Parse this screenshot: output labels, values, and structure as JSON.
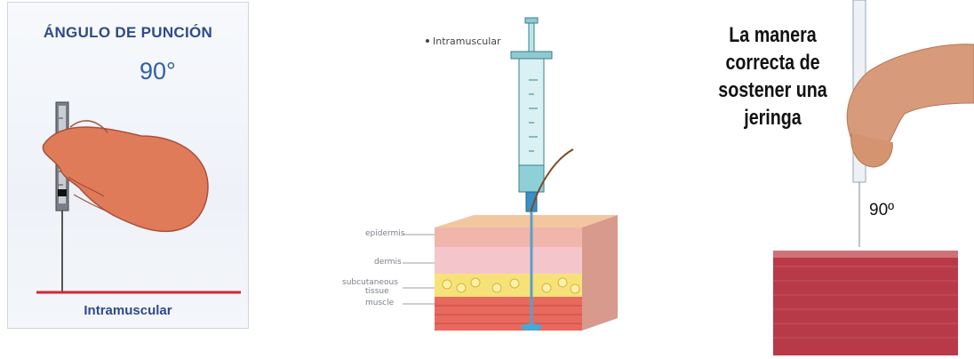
{
  "panel1": {
    "title": "ÁNGULO DE PUNCIÓN",
    "angle": "90°",
    "caption": "Intramuscular"
  },
  "panel2": {
    "label_intramuscular": "Intramuscular",
    "layers": {
      "epidermis": "epidermis",
      "dermis": "dermis",
      "subcutaneous_line1": "subcutaneous",
      "subcutaneous_line2": "tissue",
      "muscle": "muscle"
    }
  },
  "panel3": {
    "line1": "La manera",
    "line2": "correcta de",
    "line3": "sostener una",
    "line4": "jeringa",
    "angle": "90º"
  },
  "colors": {
    "title_blue": "#2e4a8a",
    "red_line": "#d8262b",
    "glove": "#e07b5a",
    "syringe": "#9fd6dc",
    "muscle_block": "#b83a48"
  }
}
